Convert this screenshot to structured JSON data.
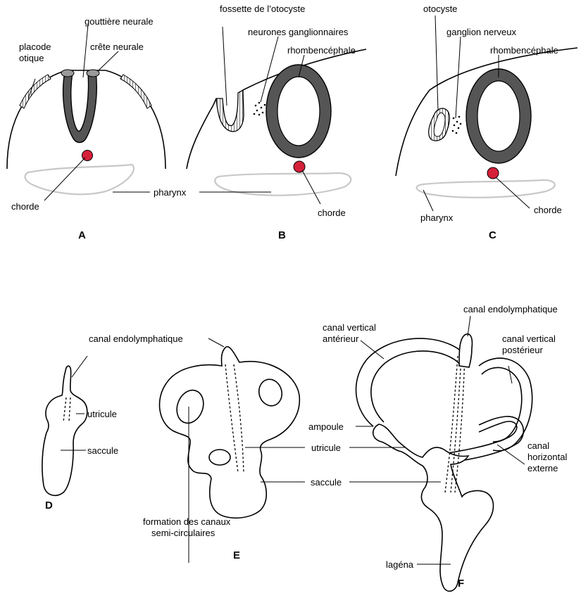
{
  "labels": {
    "placode_otique_1": "placode",
    "placode_otique_2": "otique",
    "gouttiere_neurale": "gouttière neurale",
    "crete_neurale": "crête neurale",
    "chorde": "chorde",
    "pharynx": "pharynx",
    "fossette_otocyste": "fossette de l’otocyste",
    "neurones_ganglionnaires": "neurones ganglionnaires",
    "rhombencephale": "rhombencéphale",
    "otocyste": "otocyste",
    "ganglion_nerveux": "ganglion nerveux",
    "canal_endolymphatique": "canal endolymphatique",
    "utricule": "utricule",
    "saccule": "saccule",
    "formation_canaux_1": "formation des canaux",
    "formation_canaux_2": "semi-circulaires",
    "canal_vertical_anterieur_1": "canal vertical",
    "canal_vertical_anterieur_2": "antérieur",
    "canal_vertical_posterieur_1": "canal vertical",
    "canal_vertical_posterieur_2": "postérieur",
    "ampoule": "ampoule",
    "canal_horizontal_1": "canal",
    "canal_horizontal_2": "horizontal",
    "canal_horizontal_3": "externe",
    "lagena": "lagéna"
  },
  "panels": {
    "A": "A",
    "B": "B",
    "C": "C",
    "D": "D",
    "E": "E",
    "F": "F"
  },
  "colors": {
    "neural_tube": "#555555",
    "chorde": "#d6203a",
    "pharynx": "#c8c8c8",
    "epithelium": "#bbbbbb"
  }
}
